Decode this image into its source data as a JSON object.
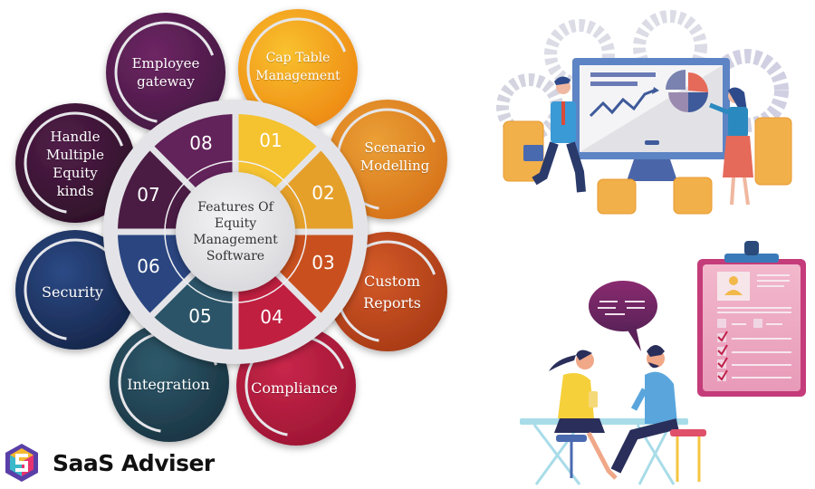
{
  "diagram": {
    "title": "Features Of\nEquity\nManagement\nSoftware",
    "segments": [
      {
        "number": "01",
        "label": "Cap Table\nManagement",
        "color": "#F2A71B",
        "segment_color": "#F5C230"
      },
      {
        "number": "02",
        "label": "Scenario\nModelling",
        "color": "#E08A1E",
        "segment_color": "#E5A02A"
      },
      {
        "number": "03",
        "label": "Custom\nReports",
        "color": "#C24A1C",
        "segment_color": "#C9501E"
      },
      {
        "number": "04",
        "label": "Compliance",
        "color": "#B81E3C",
        "segment_color": "#C01F40"
      },
      {
        "number": "05",
        "label": "Integration",
        "color": "#264B5C",
        "segment_color": "#2C5468"
      },
      {
        "number": "06",
        "label": "Security",
        "color": "#22386A",
        "segment_color": "#2A4580"
      },
      {
        "number": "07",
        "label": "Handle\nMultiple\nEquity\nkinds",
        "color": "#3E1838",
        "segment_color": "#4A1C44"
      },
      {
        "number": "08",
        "label": "Employee\ngateway",
        "color": "#5C1F55",
        "segment_color": "#62225A"
      }
    ]
  },
  "brand": {
    "name": "SaaS Adviser",
    "logo_colors": [
      "#7B4BC0",
      "#F5B82E",
      "#E8336E",
      "#3BB8C9",
      "#5A3FA8"
    ]
  },
  "illustrations": {
    "top": "business-presentation-illustration",
    "bottom": "job-interview-illustration"
  }
}
